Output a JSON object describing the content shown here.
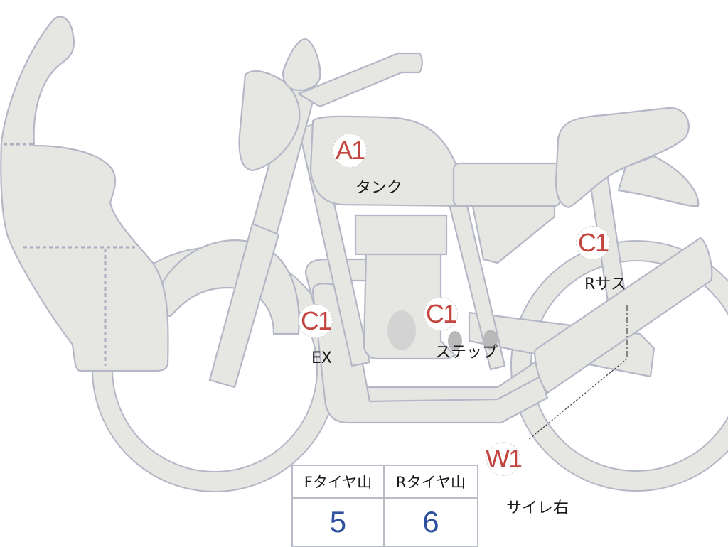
{
  "markers": [
    {
      "code": "A1",
      "label": "タンク"
    },
    {
      "code": "C1",
      "label": "Rサス"
    },
    {
      "code": "C1",
      "label": "EX"
    },
    {
      "code": "C1",
      "label": "ステップ"
    },
    {
      "code": "W1",
      "label": "サイレ右"
    }
  ],
  "tyre_table": {
    "headers": [
      "Fタイヤ山",
      "Rタイヤ山"
    ],
    "values": [
      "5",
      "6"
    ]
  },
  "colors": {
    "code": "#c2463f",
    "value": "#2c4f9e",
    "part_fill": "#e6e6e3",
    "outline": "#b4b8c6"
  }
}
